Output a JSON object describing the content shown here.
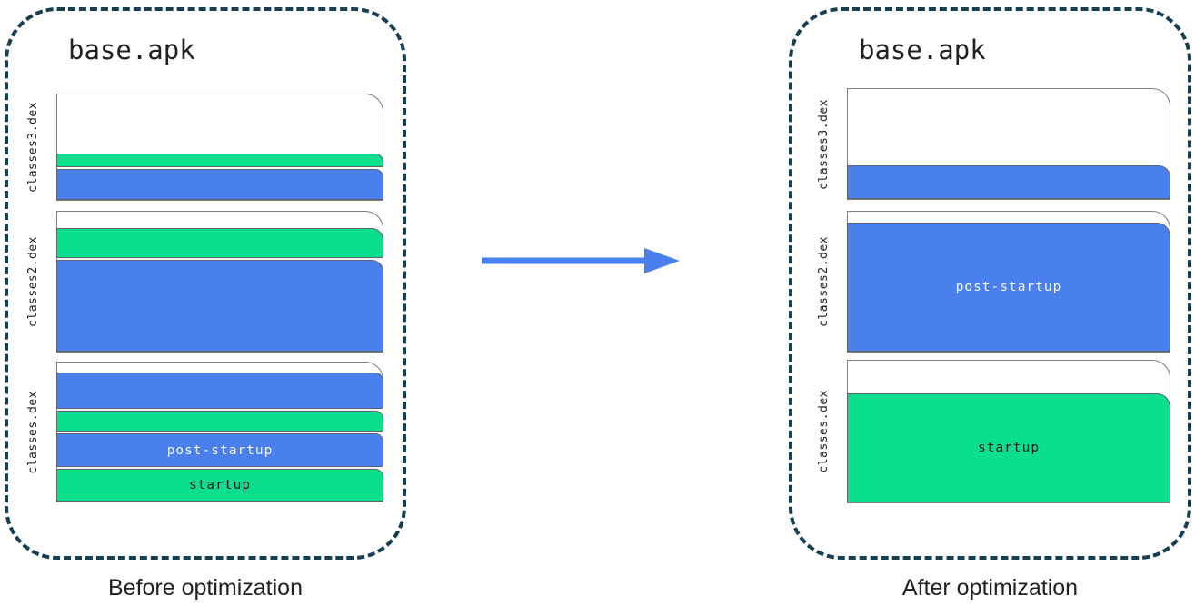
{
  "diagram": {
    "before": {
      "title": "base.apk",
      "caption": "Before optimization",
      "files": [
        {
          "name": "classes3.dex"
        },
        {
          "name": "classes2.dex"
        },
        {
          "name": "classes.dex"
        }
      ],
      "post_startup_label": "post-startup",
      "startup_label": "startup"
    },
    "after": {
      "title": "base.apk",
      "caption": "After optimization",
      "files": [
        {
          "name": "classes3.dex"
        },
        {
          "name": "classes2.dex"
        },
        {
          "name": "classes.dex"
        }
      ],
      "post_startup_label": "post-startup",
      "startup_label": "startup"
    },
    "arrow": {
      "direction": "right"
    }
  },
  "colors": {
    "startup-green": "#0bdf8e",
    "post-startup-blue": "#4a80ee",
    "arrow-blue": "#4a80ee",
    "panel-dash": "#173f54",
    "page-border": "#7a7f85",
    "band-border": "#5f6368",
    "ink": "#202124"
  }
}
